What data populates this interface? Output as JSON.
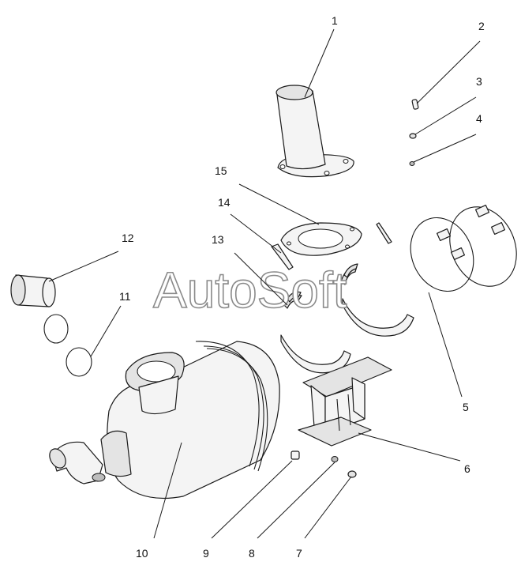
{
  "watermark": "AutoSoft",
  "callouts": {
    "c1": "1",
    "c2": "2",
    "c3": "3",
    "c4": "4",
    "c5": "5",
    "c6": "6",
    "c7": "7",
    "c8": "8",
    "c9": "9",
    "c10": "10",
    "c11": "11",
    "c12": "12",
    "c13": "13",
    "c14": "14",
    "c15": "15"
  },
  "colors": {
    "line": "#1a1a1a",
    "fill": "#f4f4f4",
    "shade": "#e4e4e4",
    "watermark_stroke": "#8a8a8a"
  }
}
